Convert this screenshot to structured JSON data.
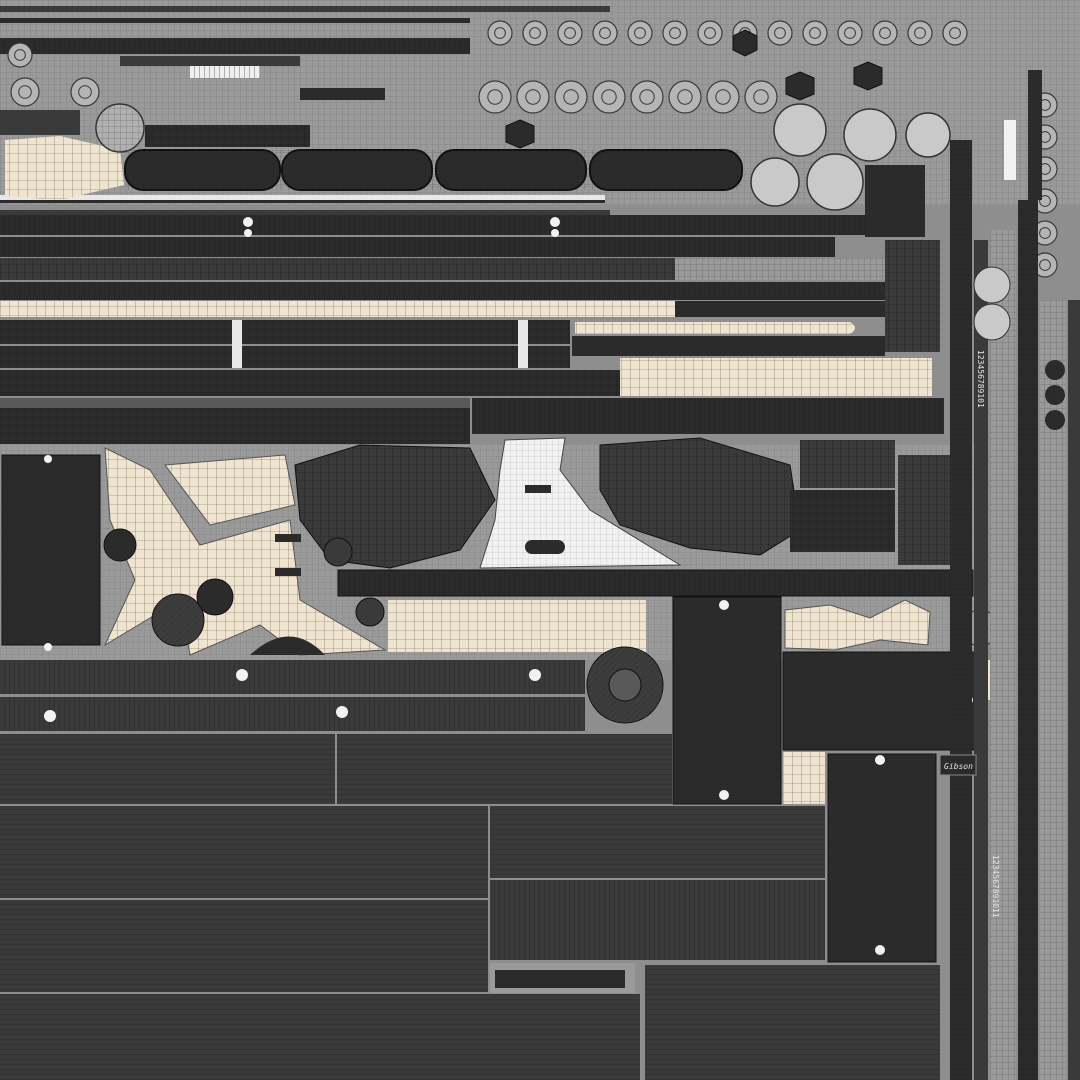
{
  "atlas": {
    "background": "#8e8e8e",
    "wire_color": "#3a3a3a",
    "palette": {
      "panel_dark": "#2b2b2b",
      "panel_mid": "#3a3a3a",
      "panel_light": "#595959",
      "parts_bg": "#9a9a9a",
      "cream": "#efe4cf",
      "white": "#f2f2f2",
      "circle_light": "#c9c9c9",
      "edge": "#111111"
    },
    "markings": {
      "vertical_scale_top": "123456789101",
      "vertical_scale_bottom": "1234567891011",
      "logo_label": "Gibson"
    },
    "icons": [
      "wireframe-mesh-icon",
      "gear-icon",
      "knob-icon",
      "screw-icon"
    ]
  }
}
